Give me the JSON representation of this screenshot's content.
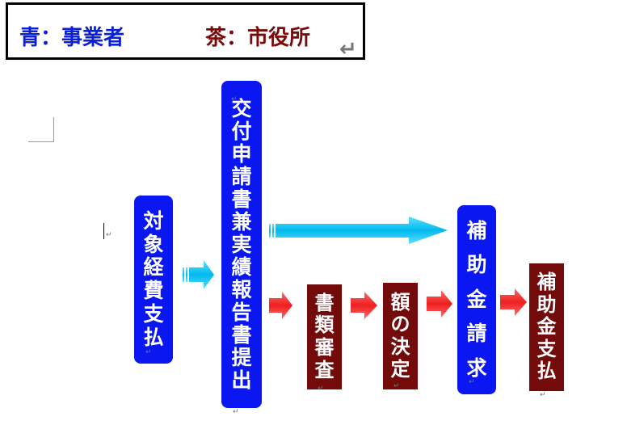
{
  "legend": {
    "blue_label": "青：事業者",
    "brown_label": "茶：市役所"
  },
  "colors": {
    "blue_box": "#0a17f0",
    "brown_box": "#730b0b",
    "cyan_arrow": "#11c6f2",
    "red_arrow": "#f53b3b"
  },
  "steps": {
    "s1": "対象経費支払",
    "s2": "交付申請書兼実績報告書提出",
    "s3": "書類審査",
    "s4": "額の決定",
    "s5": "補助金請求",
    "s6": "補助金支払"
  }
}
